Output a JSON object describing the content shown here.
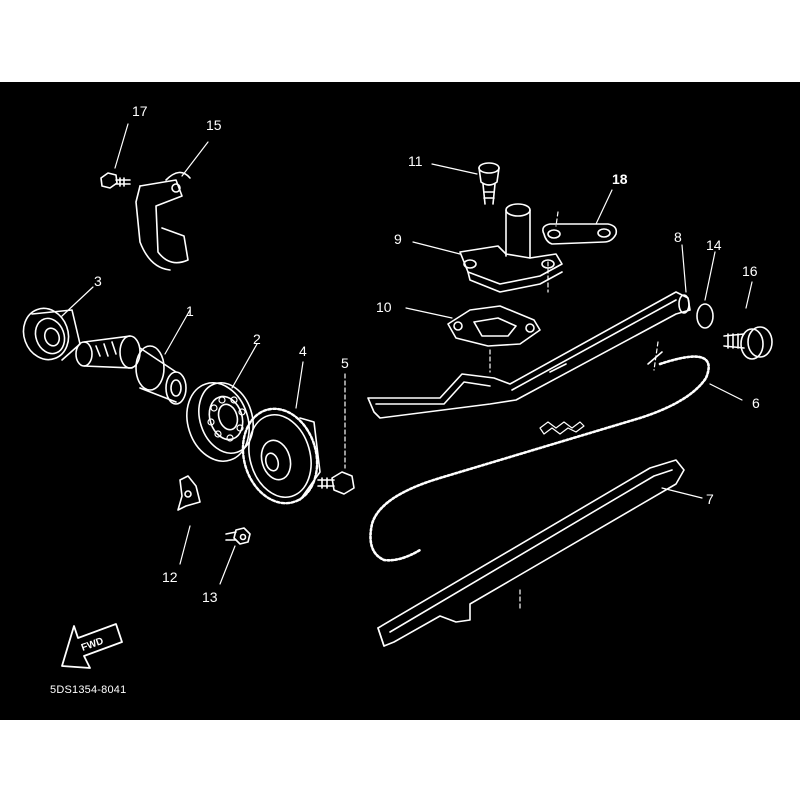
{
  "diagram": {
    "code": "5DS1354-8041",
    "fwd_label": "FWD",
    "colors": {
      "background": "#000000",
      "line": "#ffffff",
      "page": "#ffffff"
    },
    "callouts": [
      {
        "id": "p1",
        "label": "1"
      },
      {
        "id": "p2",
        "label": "2"
      },
      {
        "id": "p3",
        "label": "3"
      },
      {
        "id": "p4",
        "label": "4"
      },
      {
        "id": "p5",
        "label": "5"
      },
      {
        "id": "p6",
        "label": "6"
      },
      {
        "id": "p7",
        "label": "7"
      },
      {
        "id": "p8",
        "label": "8"
      },
      {
        "id": "p9",
        "label": "9"
      },
      {
        "id": "p10",
        "label": "10"
      },
      {
        "id": "p11",
        "label": "11"
      },
      {
        "id": "p12",
        "label": "12"
      },
      {
        "id": "p13",
        "label": "13"
      },
      {
        "id": "p14",
        "label": "14"
      },
      {
        "id": "p15",
        "label": "15"
      },
      {
        "id": "p16",
        "label": "16"
      },
      {
        "id": "p17",
        "label": "17"
      },
      {
        "id": "p18",
        "label": "18"
      }
    ]
  }
}
